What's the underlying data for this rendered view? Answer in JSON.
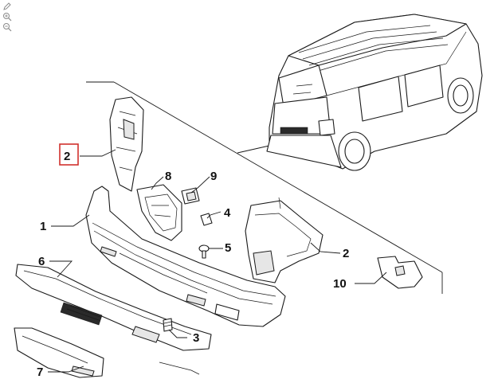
{
  "diagram": {
    "highlight_color": "#d0312d",
    "line_color": "#1a1a1a",
    "callouts": [
      {
        "id": "c2a",
        "label": "2",
        "highlighted": true
      },
      {
        "id": "c1",
        "label": "1"
      },
      {
        "id": "c6",
        "label": "6"
      },
      {
        "id": "c7",
        "label": "7"
      },
      {
        "id": "c8",
        "label": "8"
      },
      {
        "id": "c9",
        "label": "9"
      },
      {
        "id": "c4",
        "label": "4"
      },
      {
        "id": "c5",
        "label": "5"
      },
      {
        "id": "c2b",
        "label": "2"
      },
      {
        "id": "c10",
        "label": "10"
      },
      {
        "id": "c3",
        "label": "3"
      }
    ]
  },
  "toolbar": {
    "tools": [
      {
        "icon": "pencil-icon"
      },
      {
        "icon": "zoom-in-icon"
      },
      {
        "icon": "zoom-out-icon"
      }
    ]
  }
}
